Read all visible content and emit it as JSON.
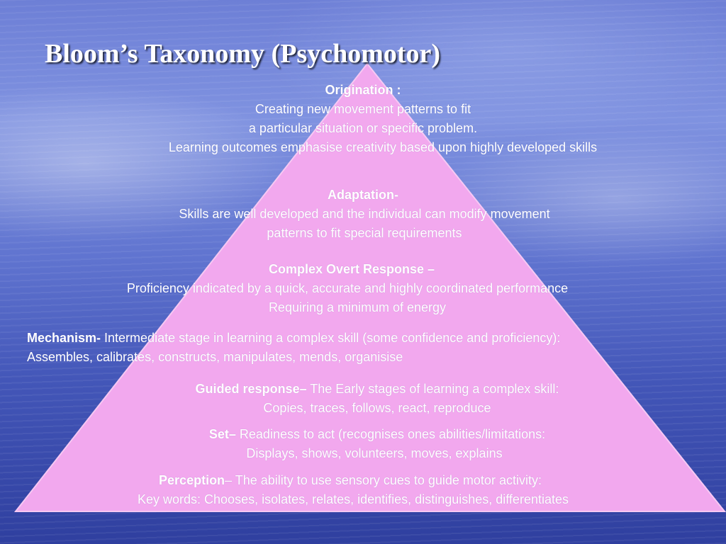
{
  "title": "Bloom’s Taxonomy (Psychomotor)",
  "colors": {
    "pyramid_fill": "#f2a8ee",
    "text": "#ffffff"
  },
  "levels": {
    "origination": {
      "heading": "Origination :",
      "line1": "Creating new movement patterns to fit",
      "line2": "a particular situation or specific problem.",
      "line3": "Learning outcomes emphasise creativity based upon highly developed skills"
    },
    "adaptation": {
      "heading": "Adaptation-",
      "line1": "Skills are well developed and the individual can modify movement",
      "line2": "patterns to fit special requirements"
    },
    "complex_overt": {
      "heading": "Complex Overt Response –",
      "line1": "Proficiency indicated by a quick, accurate and highly coordinated performance",
      "line2": "Requiring a minimum of energy"
    },
    "mechanism": {
      "heading": "Mechanism-",
      "line1": " Intermediate stage in learning a complex skill (some confidence and proficiency):",
      "line2": "Assembles, calibrates, constructs, manipulates, mends, organisise"
    },
    "guided": {
      "heading": "Guided response–",
      "line1": " The Early stages of learning a complex skill:",
      "line2": "Copies, traces, follows, react, reproduce"
    },
    "set": {
      "heading": "Set–",
      "line1": " Readiness to act (recognises ones abilities/limitations:",
      "line2": "Displays, shows, volunteers, moves, explains"
    },
    "perception": {
      "heading": "Perception",
      "line1": "– The ability to use sensory cues to guide motor activity:",
      "line2": "Key words: Chooses, isolates, relates, identifies, distinguishes, differentiates"
    }
  }
}
